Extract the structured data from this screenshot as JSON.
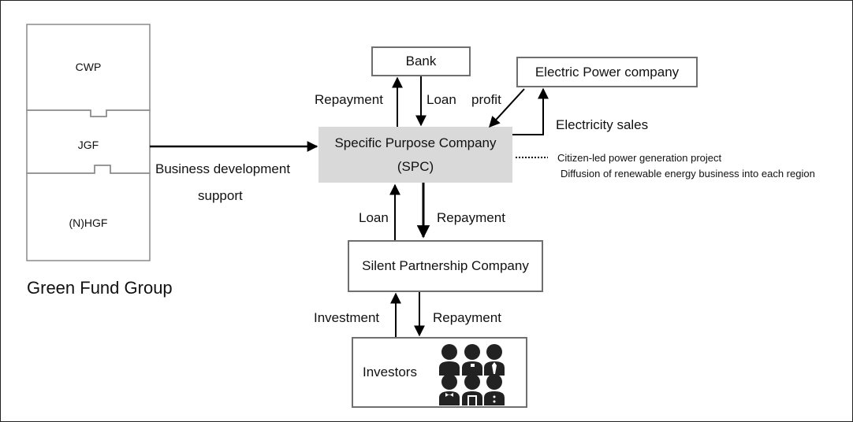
{
  "fund_group": {
    "members": [
      "CWP",
      "JGF",
      "(N)HGF"
    ],
    "title": "Green Fund Group"
  },
  "support_arrow": {
    "line1": "Business development",
    "line2": "support"
  },
  "entities": {
    "bank": "Bank",
    "electric": "Electric Power company",
    "spc_name": "Specific Purpose Company",
    "spc_abbr": "(SPC)",
    "silent": "Silent Partnership Company",
    "investors": "Investors"
  },
  "flows": {
    "bank_repayment": "Repayment",
    "bank_loan": "Loan",
    "profit": "profit",
    "electricity_sales": "Electricity sales",
    "silent_loan": "Loan",
    "silent_repayment": "Repayment",
    "investment": "Investment",
    "investor_repayment": "Repayment"
  },
  "note": {
    "line1": "Citizen-led power generation project",
    "line2": "Diffusion of renewable energy business into each region"
  },
  "colors": {
    "spc_fill": "#d9d9d9",
    "box_border": "#6f6f6f",
    "fund_border": "#8a8a8a",
    "arrow": "#000000"
  }
}
